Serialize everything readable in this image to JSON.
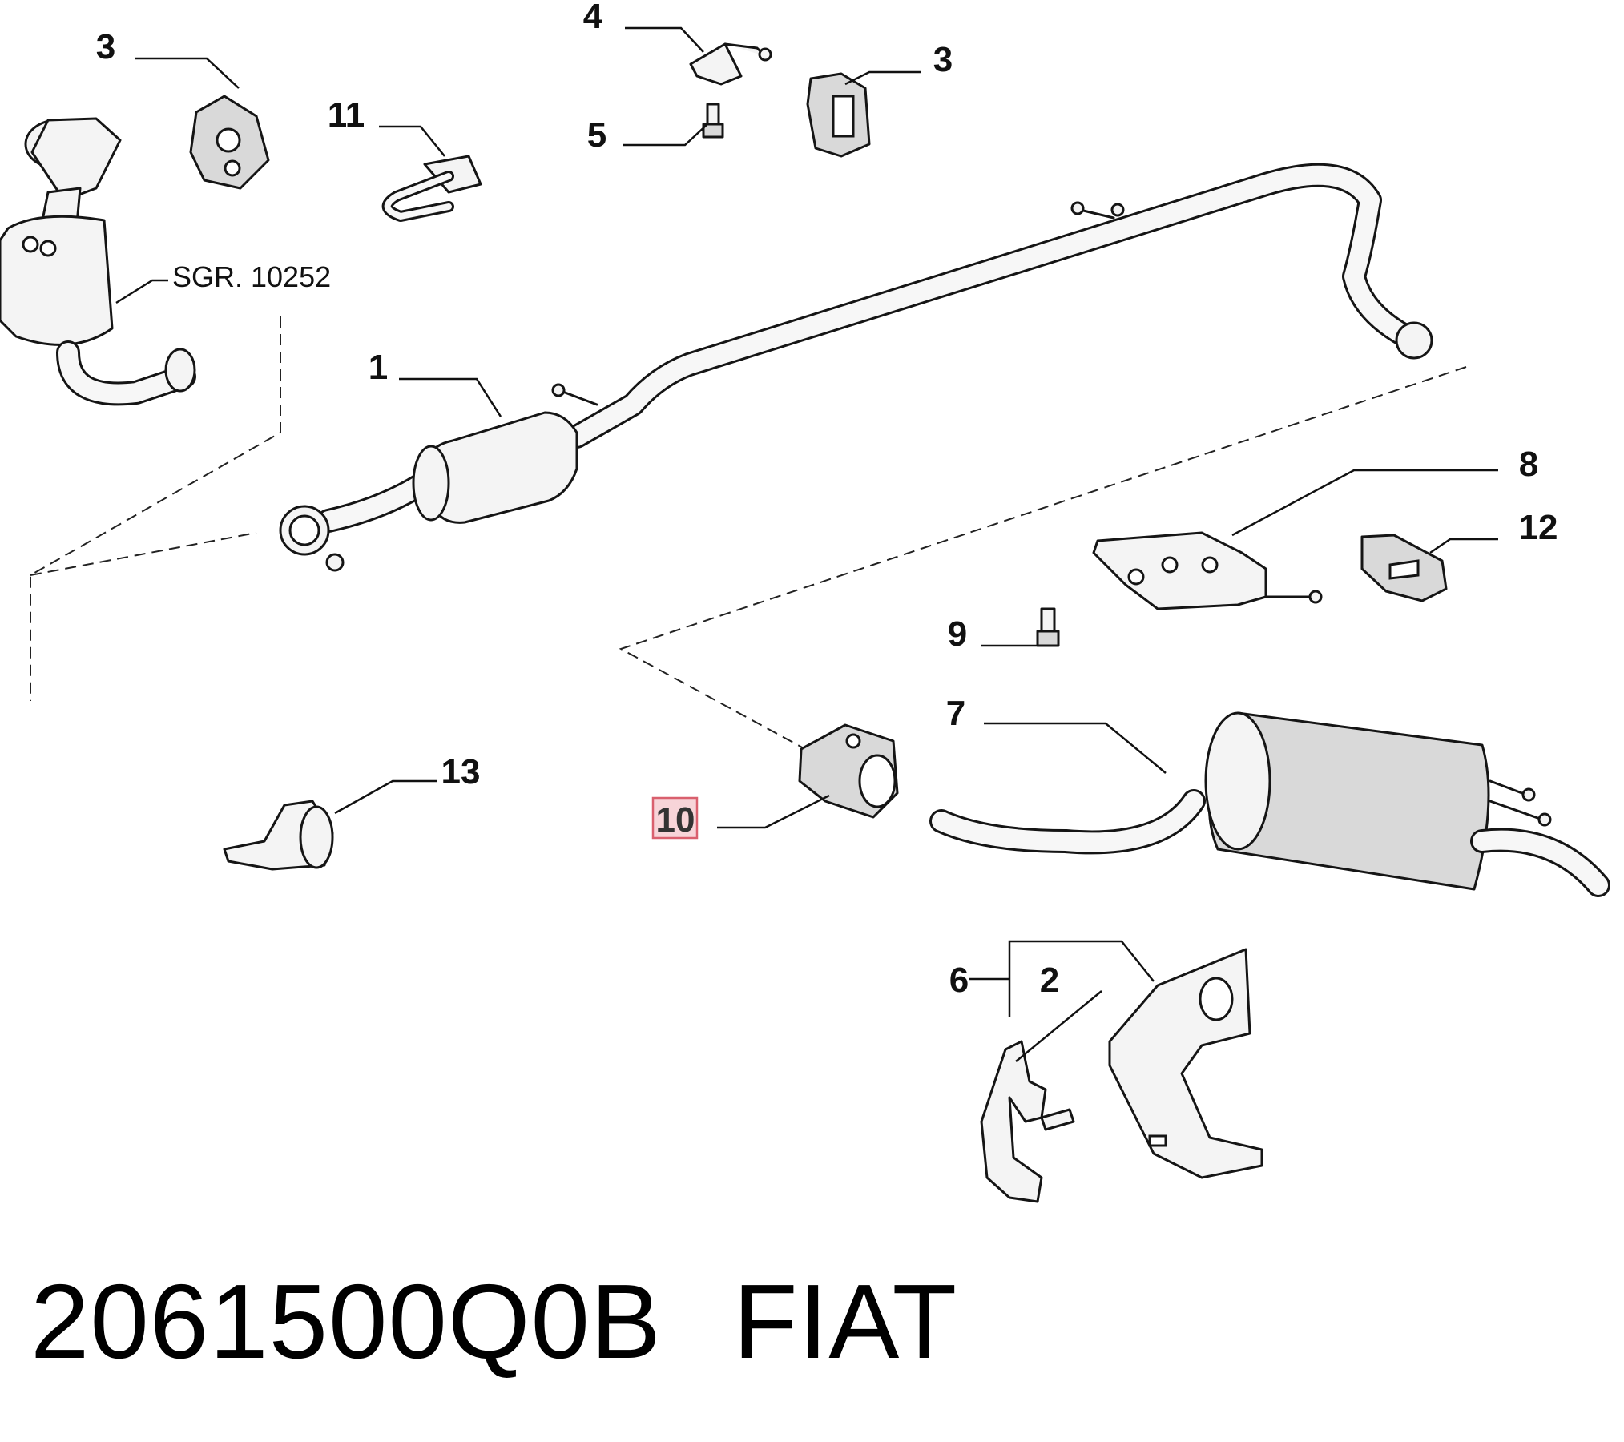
{
  "diagram": {
    "ref_label": "SGR. 10252",
    "part_number": "2061500Q0B",
    "brand": "FIAT",
    "callouts": {
      "c1": "1",
      "c2": "2",
      "c3a": "3",
      "c3b": "3",
      "c4": "4",
      "c5": "5",
      "c6": "6",
      "c7": "7",
      "c8": "8",
      "c9": "9",
      "c10": "10",
      "c11": "11",
      "c12": "12",
      "c13": "13"
    },
    "highlighted_callout": "10",
    "highlight_color": "#f7d4d8",
    "highlight_border_color": "#d9606e"
  }
}
